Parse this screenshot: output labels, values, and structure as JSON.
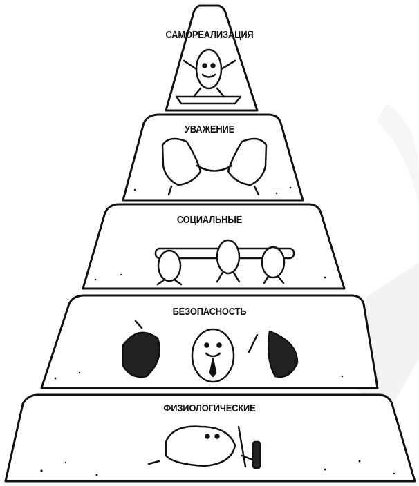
{
  "pyramid": {
    "levels": [
      {
        "label": "САМОРЕАЛИЗАЦИЯ"
      },
      {
        "label": "УВАЖЕНИЕ"
      },
      {
        "label": "СОЦИАЛЬНЫЕ"
      },
      {
        "label": "БЕЗОПАСНОСТЬ"
      },
      {
        "label": "ФИЗИОЛОГИЧЕСКИЕ"
      }
    ]
  },
  "colors": {
    "ink": "#111111",
    "paper": "#ffffff",
    "watermark": "#f3f3f3"
  }
}
